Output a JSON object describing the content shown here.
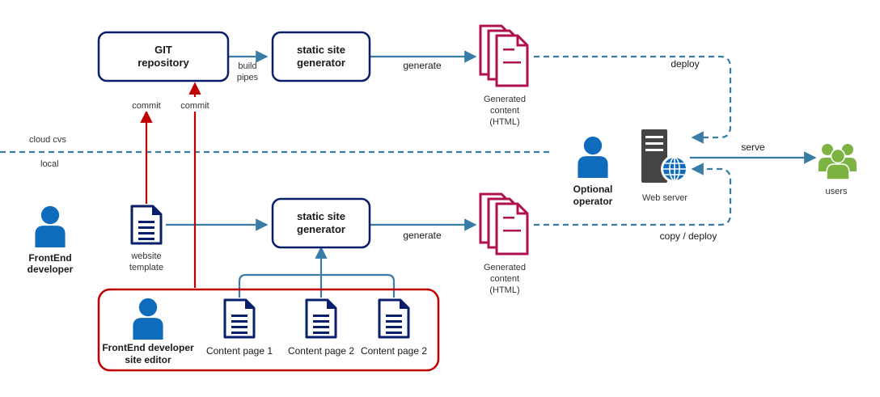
{
  "boxes": {
    "git_line1": "GIT",
    "git_line2": "repository",
    "ssg_line1": "static site",
    "ssg_line2": "generator"
  },
  "edge_labels": {
    "build_line1": "build",
    "build_line2": "pipes",
    "generate": "generate",
    "deploy": "deploy",
    "commit": "commit",
    "serve": "serve",
    "copy_deploy": "copy / deploy"
  },
  "zones": {
    "cloud": "cloud cvs",
    "local": "local"
  },
  "nodes": {
    "generated_line1": "Generated",
    "generated_line2": "content",
    "generated_line3": "(HTML)",
    "web_server": "Web server",
    "users": "users",
    "operator_line1": "Optional",
    "operator_line2": "operator",
    "frontend_line1": "FrontEnd",
    "frontend_line2": "developer",
    "template_line1": "website",
    "template_line2": "template",
    "editor_line1": "FrontEnd developer",
    "editor_line2": "site editor",
    "content_page_1": "Content page 1",
    "content_page_2": "Content page 2",
    "content_page_3": "Content page 2"
  },
  "colors": {
    "box_border": "#0a1f6b",
    "flow": "#3a7ca5",
    "commit": "#c00000",
    "person": "#0f6cbd",
    "users": "#7cb342",
    "document": "#0a1f6b",
    "generated": "#b0124f",
    "server": "#444444"
  }
}
